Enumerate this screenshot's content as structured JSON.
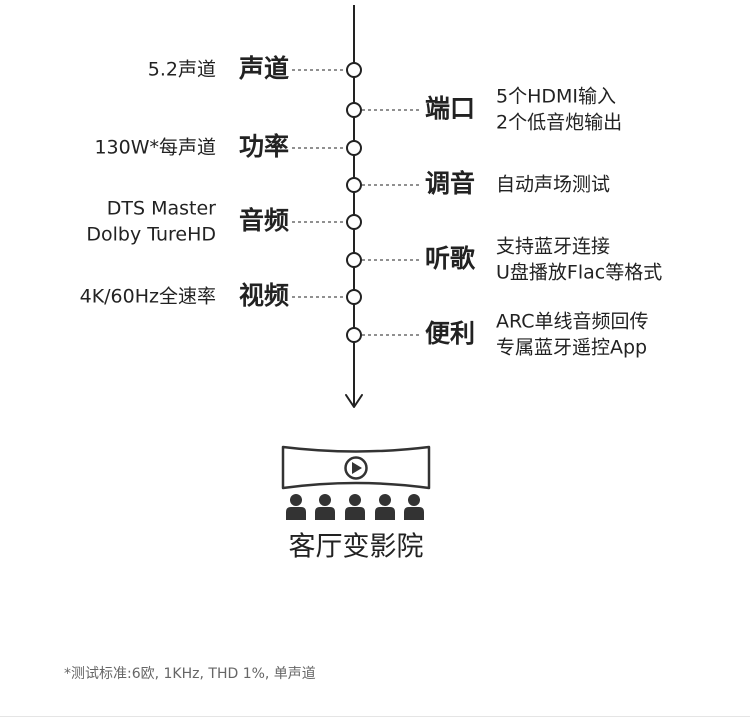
{
  "timeline": {
    "left_items": [
      {
        "category": "声道",
        "details": [
          "5.2声道"
        ]
      },
      {
        "category": "功率",
        "details": [
          "130W*每声道"
        ]
      },
      {
        "category": "音频",
        "details": [
          "DTS Master",
          "Dolby TureHD"
        ]
      },
      {
        "category": "视频",
        "details": [
          "4K/60Hz全速率"
        ]
      }
    ],
    "right_items": [
      {
        "category": "端口",
        "details": [
          "5个HDMI输入",
          "2个低音炮输出"
        ]
      },
      {
        "category": "调音",
        "details": [
          "自动声场测试"
        ]
      },
      {
        "category": "听歌",
        "details": [
          "支持蓝牙连接",
          "U盘播放Flac等格式"
        ]
      },
      {
        "category": "便利",
        "details": [
          "ARC单线音频回传",
          "专属蓝牙遥控App"
        ]
      }
    ]
  },
  "result": {
    "icon": "home-theater-icon",
    "caption": "客厅变影院"
  },
  "footnote": "*测试标准:6欧, 1KHz, THD 1%, 单声道",
  "colors": {
    "line": "#222222",
    "text": "#222222",
    "icon": "#333333",
    "footnote": "#666666",
    "background": "#ffffff"
  }
}
